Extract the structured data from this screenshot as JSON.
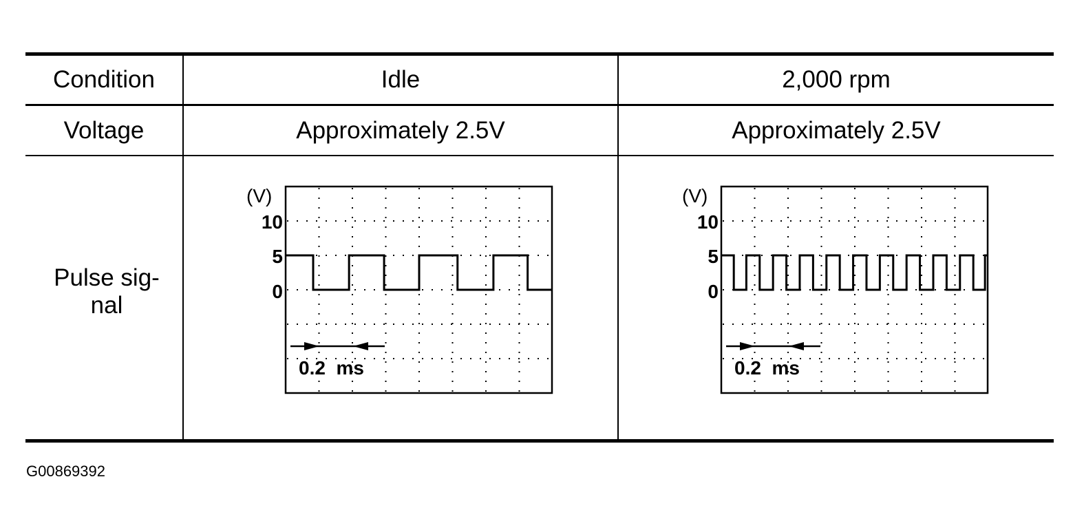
{
  "table": {
    "headers": [
      "Condition",
      "Idle",
      "2,000 rpm"
    ],
    "voltage_row": {
      "label": "Voltage",
      "values": [
        "Approximately 2.5V",
        "Approximately 2.5V"
      ]
    },
    "signal_row": {
      "label_line1": "Pulse sig-",
      "label_line2": "nal"
    }
  },
  "scopes": [
    {
      "unit_label": "(V)",
      "y_ticks": [
        "10",
        "5",
        "0"
      ],
      "high_v": 5,
      "low_v": 0,
      "timebase_label": "0.2 ms",
      "edges_ms": [
        0.165,
        0.38,
        0.59,
        0.8,
        1.03,
        1.245,
        1.45
      ]
    },
    {
      "unit_label": "(V)",
      "y_ticks": [
        "10",
        "5",
        "0"
      ],
      "high_v": 5,
      "low_v": 0,
      "timebase_label": "0.2 ms",
      "edges_ms": [
        0.075,
        0.15,
        0.23,
        0.31,
        0.39,
        0.47,
        0.55,
        0.63,
        0.71,
        0.79,
        0.87,
        0.95,
        1.03,
        1.11,
        1.19,
        1.27,
        1.35,
        1.43,
        1.51,
        1.58
      ]
    }
  ],
  "figure_id": "G00869392"
}
